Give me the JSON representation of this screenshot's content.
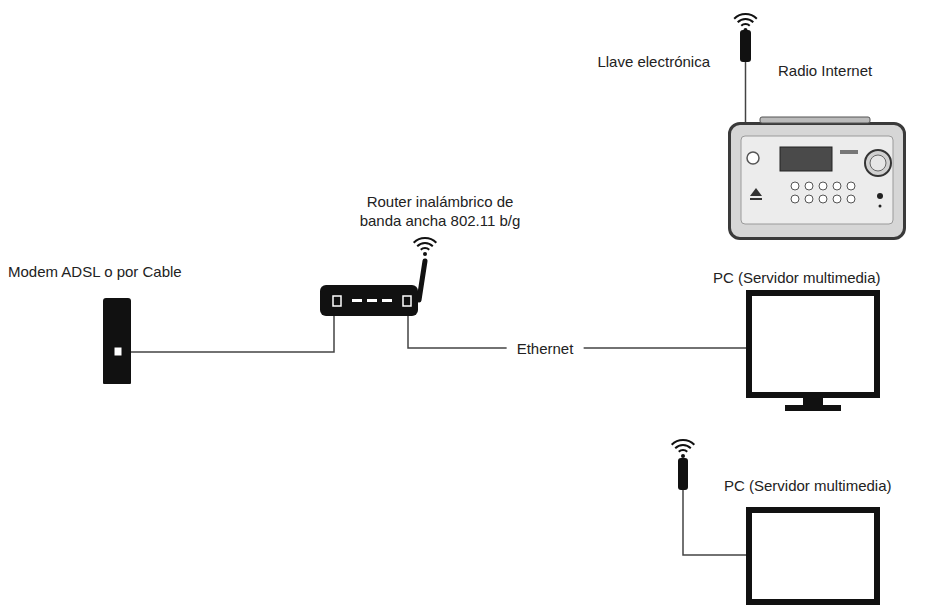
{
  "diagram": {
    "nodes": [
      {
        "text": [
          "Llave electrónica"
        ]
      },
      {
        "text": [
          "Radio Internet"
        ]
      },
      {
        "text": [
          "Router inalámbrico de banda ancha 802.11 b/g"
        ]
      },
      {
        "text": [
          "Modem ADSL o por Cable"
        ]
      },
      {
        "text": [
          "PC (Servidor multimedia)"
        ]
      },
      {
        "text": [
          "PC (Servidor multimedia)"
        ]
      }
    ],
    "edges": [
      {
        "from": 0,
        "to": 1,
        "arrow": "none"
      },
      {
        "from": 3,
        "to": 2,
        "arrow": "none"
      },
      {
        "from": 2,
        "to": 4,
        "label": "Ethernet",
        "arrow": "none"
      }
    ]
  }
}
